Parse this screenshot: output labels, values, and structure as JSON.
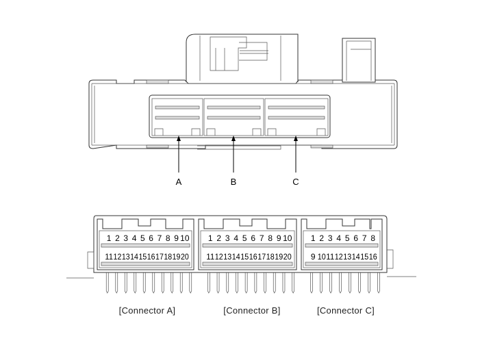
{
  "top_view": {
    "callouts": [
      "A",
      "B",
      "C"
    ]
  },
  "connectors": [
    {
      "caption": "[Connector A]",
      "row1": [
        "1",
        "2",
        "3",
        "4",
        "5",
        "6",
        "7",
        "8",
        "9",
        "10"
      ],
      "row2": [
        "11",
        "12",
        "13",
        "14",
        "15",
        "16",
        "17",
        "18",
        "19",
        "20"
      ]
    },
    {
      "caption": "[Connector B]",
      "row1": [
        "1",
        "2",
        "3",
        "4",
        "5",
        "6",
        "7",
        "8",
        "9",
        "10"
      ],
      "row2": [
        "11",
        "12",
        "13",
        "14",
        "15",
        "16",
        "17",
        "18",
        "19",
        "20"
      ]
    },
    {
      "caption": "[Connector C]",
      "row1": [
        "1",
        "2",
        "3",
        "4",
        "5",
        "6",
        "7",
        "8"
      ],
      "row2": [
        "9",
        "10",
        "11",
        "12",
        "13",
        "14",
        "15",
        "16"
      ]
    }
  ]
}
